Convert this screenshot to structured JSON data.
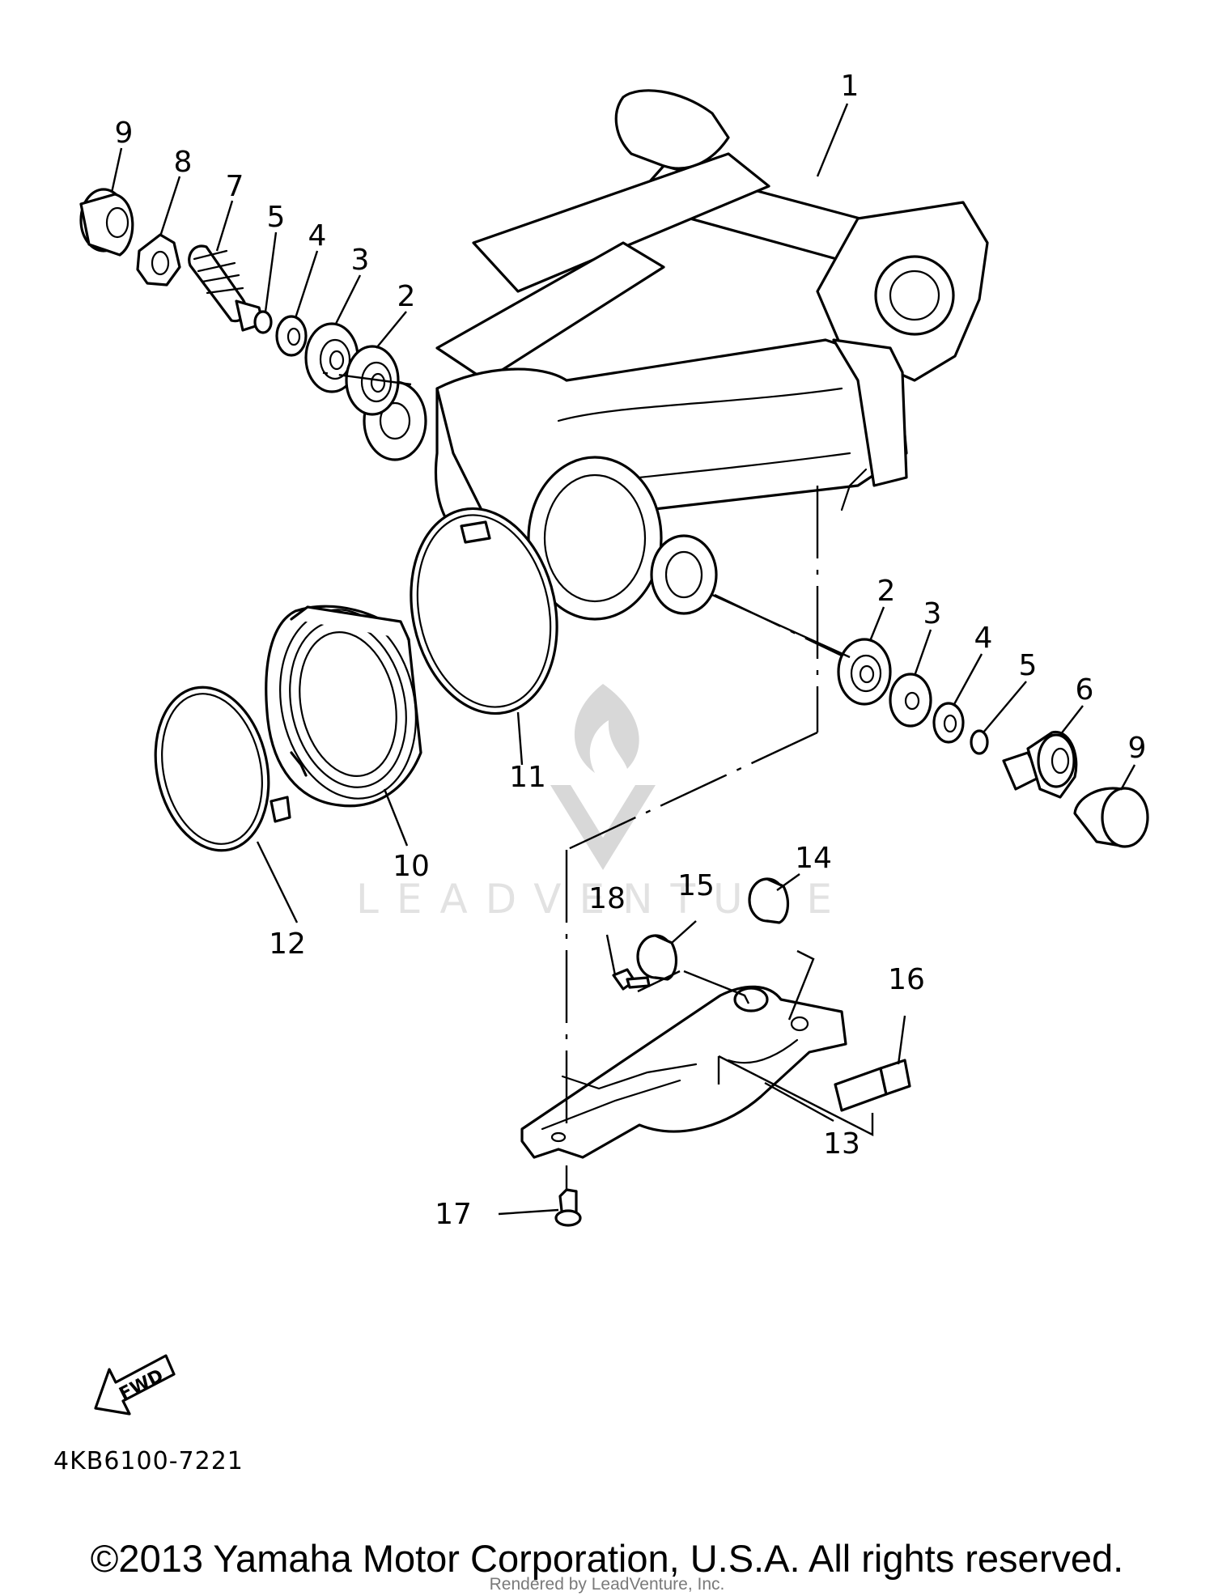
{
  "diagram": {
    "callouts": {
      "c1": "1",
      "c2a": "2",
      "c2b": "2",
      "c3a": "3",
      "c3b": "3",
      "c4a": "4",
      "c4b": "4",
      "c5a": "5",
      "c5b": "5",
      "c6": "6",
      "c7": "7",
      "c8": "8",
      "c9a": "9",
      "c9b": "9",
      "c10": "10",
      "c11": "11",
      "c12": "12",
      "c13": "13",
      "c14": "14",
      "c15": "15",
      "c16": "16",
      "c17": "17",
      "c18": "18"
    },
    "fwd_label": "FWD",
    "watermark": "LEADVENTURE",
    "part_code": "4KB6100-7221"
  },
  "footer": {
    "copyright": "©2013 Yamaha Motor Corporation, U.S.A. All rights reserved.",
    "rendered_by": "Rendered by LeadVenture, Inc."
  }
}
